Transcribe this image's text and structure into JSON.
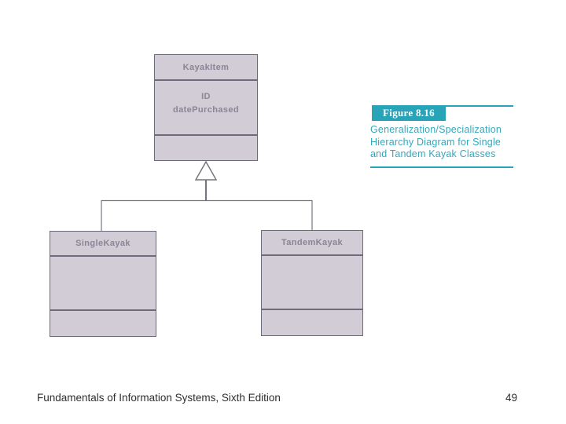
{
  "figure": {
    "label": "Figure 8.16",
    "caption_lines": [
      "Generalization/Specialization",
      "Hierarchy Diagram for Single",
      "and Tandem Kayak Classes"
    ],
    "accent_color": "#28a4b8"
  },
  "diagram": {
    "type": "uml-generalization-hierarchy",
    "parent_class": {
      "name": "KayakItem",
      "attributes": [
        "ID",
        "datePurchased"
      ],
      "methods": []
    },
    "child_classes": [
      {
        "name": "SingleKayak",
        "attributes": [],
        "methods": []
      },
      {
        "name": "TandemKayak",
        "attributes": [],
        "methods": []
      }
    ],
    "colors": {
      "box_fill": "#d1ccd5",
      "box_border": "#6d6a7c",
      "box_text": "#8b8496",
      "connector": "#75757f"
    }
  },
  "footer": {
    "left_text": "Fundamentals of Information Systems, Sixth Edition",
    "page_number": "49"
  }
}
